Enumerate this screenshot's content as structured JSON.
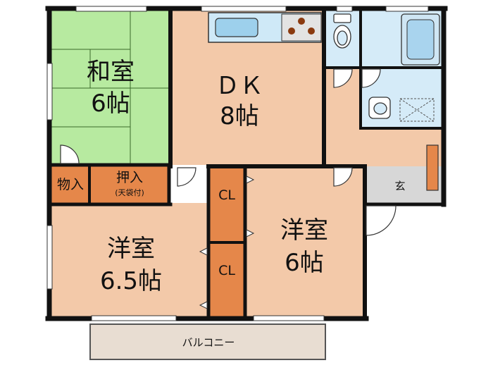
{
  "rooms": {
    "washitsu": {
      "name": "和室",
      "size": "6帖"
    },
    "dk": {
      "name": "ＤＫ",
      "size": "8帖"
    },
    "yoshitsu_left": {
      "name": "洋室",
      "size": "6.5帖"
    },
    "yoshitsu_right": {
      "name": "洋室",
      "size": "6帖"
    },
    "monoire": {
      "name": "物入"
    },
    "oshiire": {
      "name": "押入",
      "note": "(天袋付)"
    },
    "closet_upper": {
      "name": "CL"
    },
    "closet_lower": {
      "name": "CL"
    },
    "genkan": {
      "name": "玄"
    },
    "balcony": {
      "name": "バルコニー"
    }
  },
  "colors": {
    "tatami": "#b7eaa0",
    "flooring": "#f3c9a9",
    "storage": "#e5874a",
    "water": "#d5ebf8",
    "hall": "#f3c9a9",
    "entrance": "#d7d7d7",
    "balcony": "#e8ddd2",
    "wall": "#111111"
  }
}
